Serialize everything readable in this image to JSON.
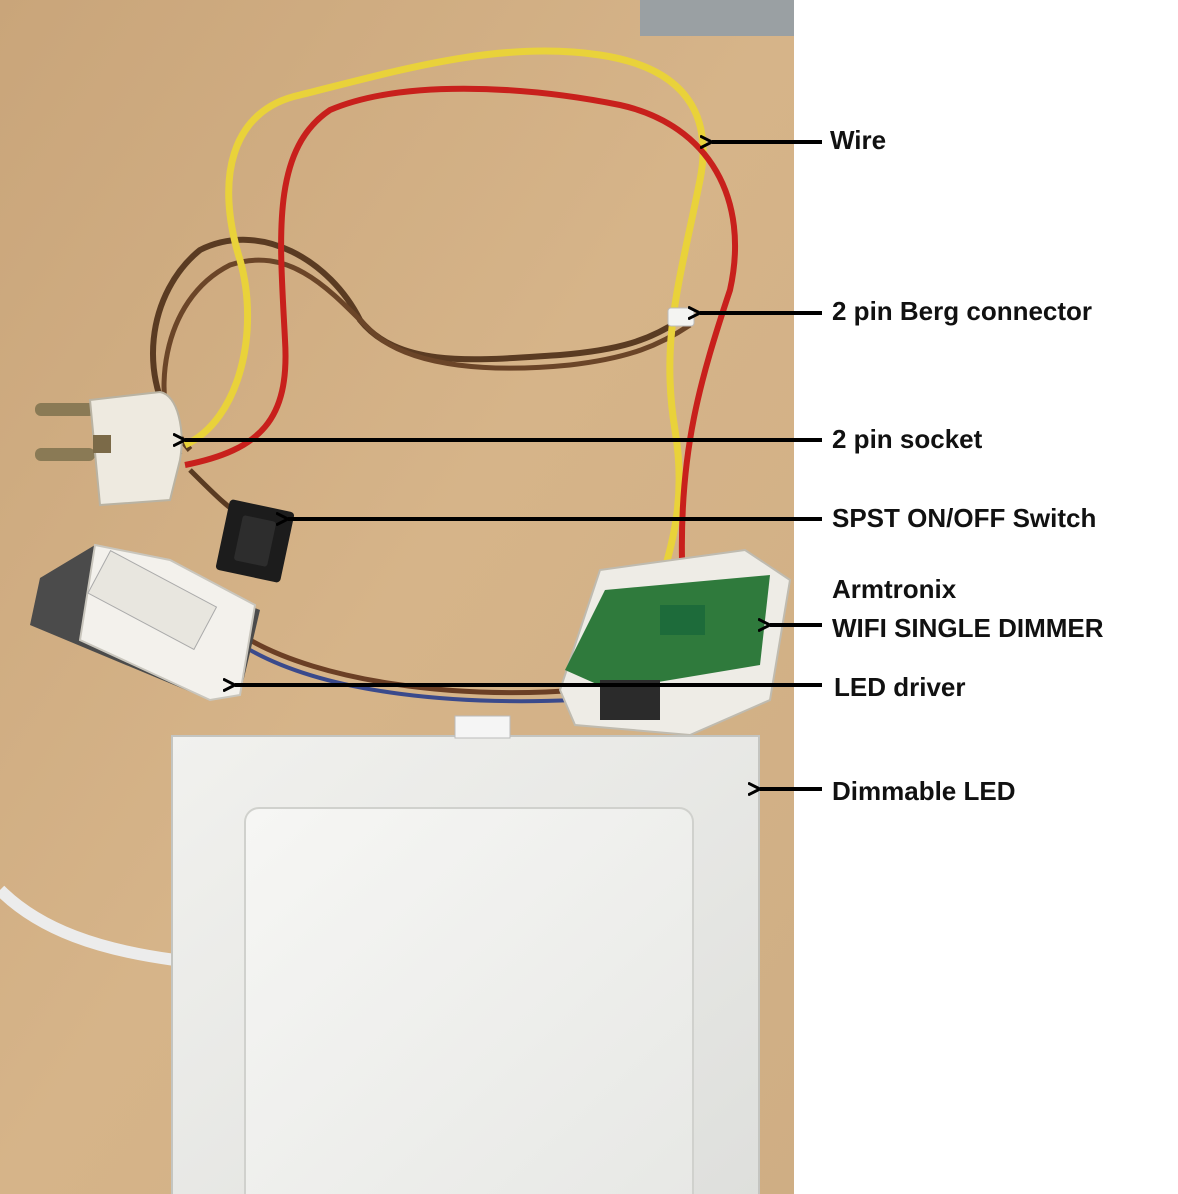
{
  "labels": {
    "wire": "Wire",
    "berg_connector": "2 pin Berg connector",
    "socket": "2 pin socket",
    "switch": "SPST ON/OFF Switch",
    "dimmer_line1": "Armtronix",
    "dimmer_line2": "WIFI SINGLE DIMMER",
    "led_driver": "LED driver",
    "dimmable_led": "Dimmable LED"
  }
}
